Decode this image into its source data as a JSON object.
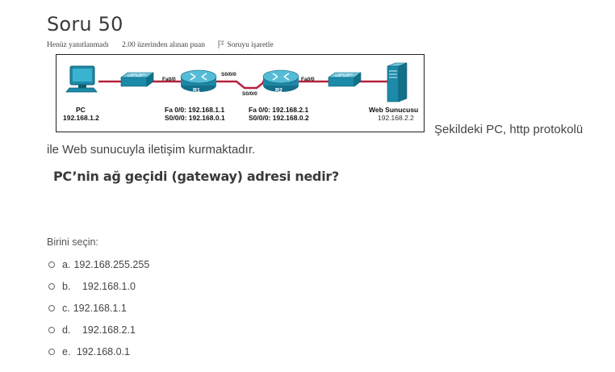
{
  "question": {
    "title": "Soru 50",
    "status": "Henüz yanıtlanmadı",
    "points": "2.00 üzerinden alınan puan",
    "flag_label": "Soruyu işaretle",
    "text_part1": "Şekildeki PC, http protokolü",
    "text_part2": "ile Web sunucuyla iletişim kurmaktadır.",
    "question_text": "PC’nin ağ geçidi (gateway) adresi nedir?"
  },
  "diagram": {
    "pc_name": "PC",
    "pc_ip": "192.168.1.2",
    "r1_name": "R1",
    "r2_name": "R2",
    "r1_fa_port": "Fa0/0",
    "r1_s0_port": "S0/0/0",
    "r2_s0_port": "S0/0/0",
    "r2_fa_port": "Fa0/0",
    "r1_fa_ip": "Fa 0/0: 192.168.1.1",
    "r1_s0_ip": "S0/0/0: 192.168.0.1",
    "r2_fa_ip": "Fa 0/0: 192.168.2.1",
    "r2_s0_ip": "S0/0/0: 192.168.0.2",
    "server_name": "Web Sunucusu",
    "server_ip": "192.168.2.2",
    "colors": {
      "link": "#b5213d",
      "device": "#1c8aa8",
      "router": "#1e87a6"
    }
  },
  "answers": {
    "prompt": "Birini seçin:",
    "options": [
      {
        "letter": "a.",
        "text": "192.168.255.255"
      },
      {
        "letter": "b.",
        "text": "   192.168.1.0"
      },
      {
        "letter": "c.",
        "text": "192.168.1.1"
      },
      {
        "letter": "d.",
        "text": "   192.168.2.1"
      },
      {
        "letter": "e.",
        "text": " 192.168.0.1"
      }
    ]
  }
}
